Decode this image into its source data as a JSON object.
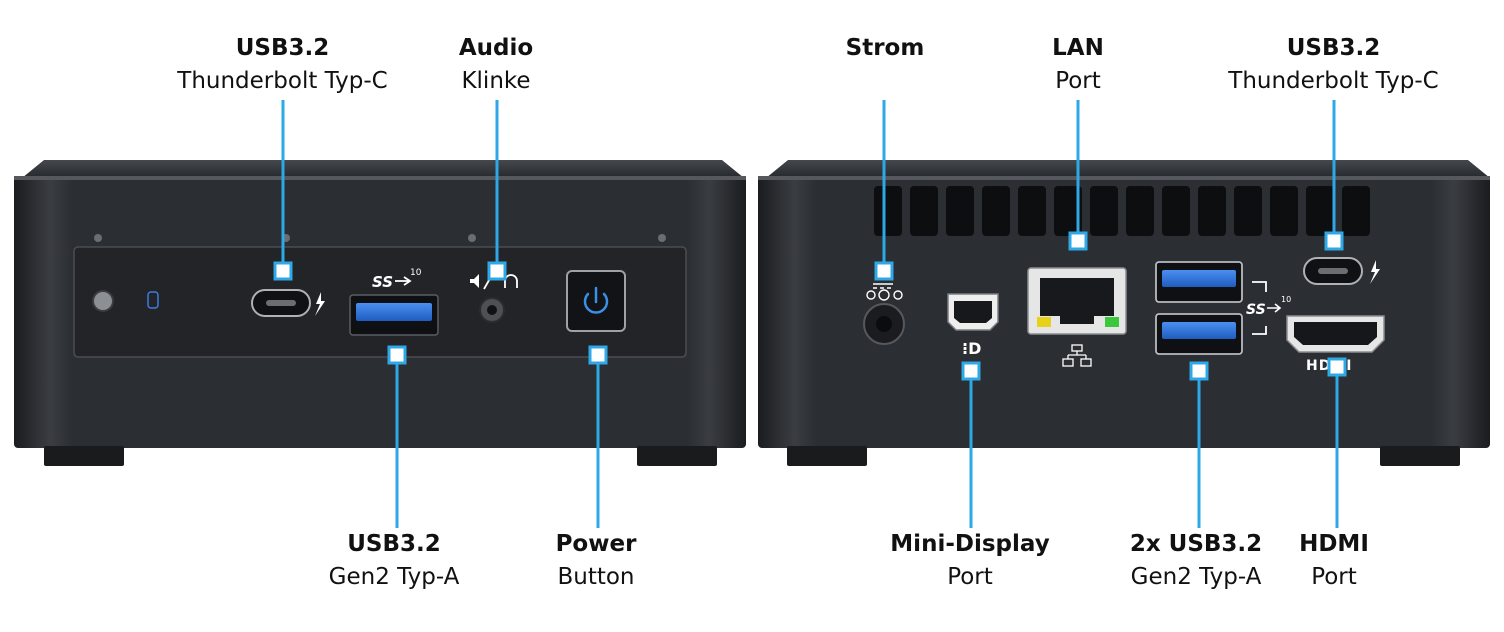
{
  "colors": {
    "callout": "#2ea8e6",
    "device_body": "#25282c",
    "usb_blue": "#2a6fd6",
    "power_blue": "#3a8fe8"
  },
  "front_panel": {
    "callouts": [
      {
        "id": "usb-tb-front",
        "bold": "USB3.2",
        "text": "Thunderbolt Typ-C"
      },
      {
        "id": "audio-jack",
        "bold": "Audio",
        "text": "Klinke"
      },
      {
        "id": "usb-a-front",
        "bold": "USB3.2",
        "text": "Gen2 Typ-A"
      },
      {
        "id": "power",
        "bold": "Power",
        "text": "Button"
      }
    ],
    "icons": [
      "thunderbolt-icon",
      "superspeed-10-icon",
      "speaker-headphone-icon",
      "power-icon",
      "hdd-led-icon"
    ]
  },
  "rear_panel": {
    "callouts": [
      {
        "id": "strom",
        "bold": "Strom",
        "text": ""
      },
      {
        "id": "lan",
        "bold": "LAN",
        "text": "Port"
      },
      {
        "id": "usb-tb-rear",
        "bold": "USB3.2",
        "text": "Thunderbolt Typ-C"
      },
      {
        "id": "mini-dp",
        "bold": "Mini-Display",
        "text": "Port"
      },
      {
        "id": "usb-a-rear",
        "bold": "2x USB3.2",
        "text": "Gen2 Typ-A"
      },
      {
        "id": "hdmi",
        "bold": "HDMI",
        "text": "Port"
      }
    ],
    "port_markings": {
      "ss": "SS",
      "ss_speed": "10",
      "hdmi": "HDMI"
    }
  }
}
